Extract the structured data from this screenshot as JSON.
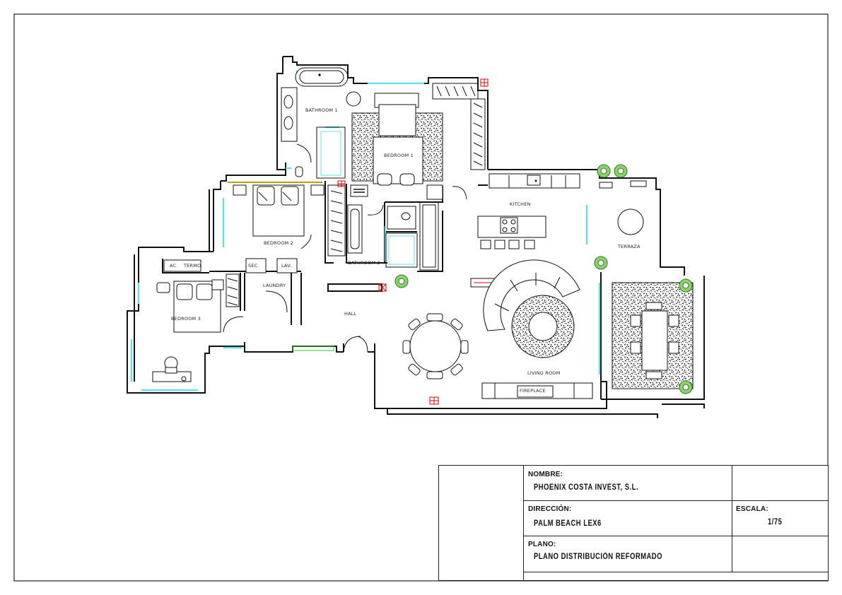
{
  "rooms": {
    "bathroom1": "BATHROOM 1",
    "bedroom1": "BEDROOM 1",
    "bedroom2": "BEDROOM 2",
    "bedroom3": "BEDROOM 3",
    "bathroom2": "BATHROOM 2",
    "laundry": "LAUNDRY",
    "hall": "HALL",
    "kitchen": "KITCHEN",
    "terraza": "TERRAZA",
    "living_room": "LIVING ROOM",
    "fireplace": "FIREPLACE",
    "ac": "AC",
    "termo": "TERMO",
    "sec": "SEC.",
    "lav": "LAV."
  },
  "title_block": {
    "nombre_label": "NOMBRE:",
    "nombre_value": "PHOENIX COSTA INVEST, S.L.",
    "direccion_label": "DIRECCIÓN:",
    "direccion_value": "PALM BEACH LEX6",
    "plano_label": "PLANO:",
    "plano_value": "PLANO DISTRIBUCIÓN REFORMADO",
    "escala_label": "ESCALA:",
    "escala_value": "1/75"
  }
}
